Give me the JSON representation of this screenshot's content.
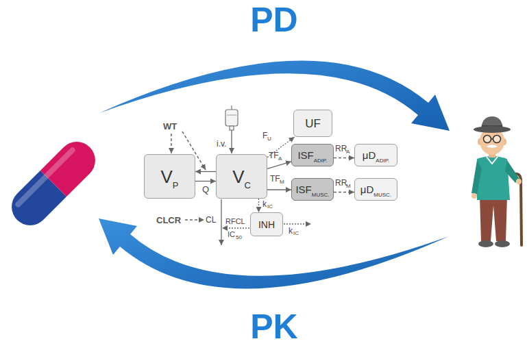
{
  "diagram": {
    "nodes": [
      {
        "text": [
          "V",
          "P"
        ]
      },
      {
        "text": [
          "V",
          "C"
        ]
      },
      {
        "text": [
          "UF"
        ]
      },
      {
        "text": [
          "ISF",
          "ADIP."
        ]
      },
      {
        "text": [
          "μD",
          "ADIP."
        ]
      },
      {
        "text": [
          "ISF",
          "MUSC."
        ]
      },
      {
        "text": [
          "μD",
          "MUSC."
        ]
      },
      {
        "text": [
          "INH"
        ]
      }
    ],
    "edges": [
      {
        "from": 1,
        "to": 0,
        "arrow": "to"
      },
      {
        "from": 0,
        "to": 1,
        "arrow": "to"
      },
      {
        "from": 1,
        "to": 2,
        "arrow": "to"
      },
      {
        "from": 1,
        "to": 3,
        "arrow": "to"
      },
      {
        "from": 1,
        "to": 5,
        "arrow": "to"
      },
      {
        "from": 3,
        "to": 4,
        "arrow": "to"
      },
      {
        "from": 5,
        "to": 6,
        "arrow": "to"
      },
      {
        "from": 1,
        "to": 7,
        "arrow": "to"
      }
    ],
    "labels": [
      "PD",
      "PK",
      "WT",
      "Q",
      "i.v.",
      "F",
      "U",
      "TF",
      "A",
      "TF",
      "M",
      "RR",
      "A",
      "RR",
      "M",
      "k",
      "IC",
      "k",
      "IC",
      "CLCR",
      "CL",
      "RFCL",
      "IC",
      "50"
    ]
  }
}
